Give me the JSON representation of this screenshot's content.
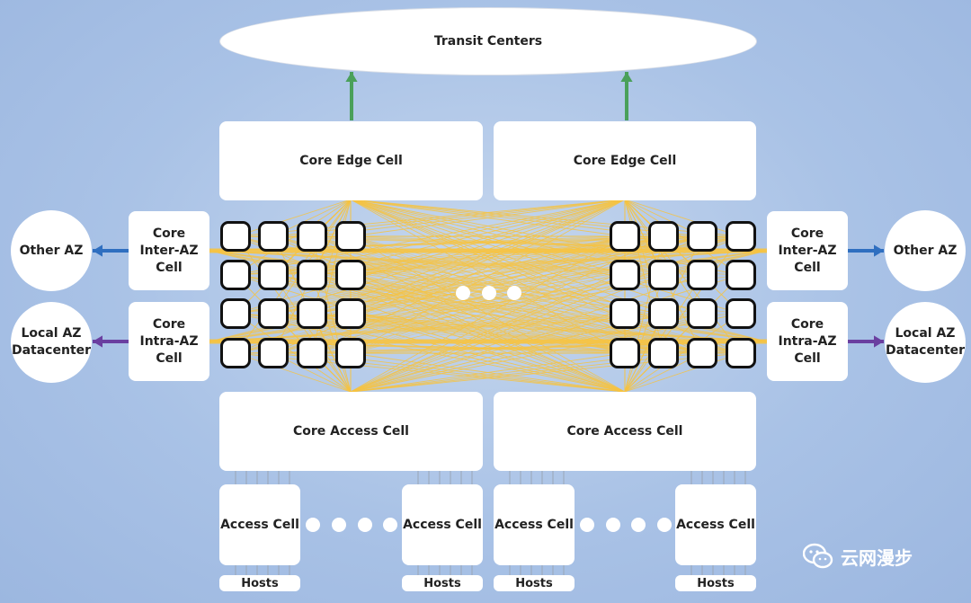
{
  "transit": "Transit Centers",
  "core_edge": [
    "Core Edge Cell",
    "Core Edge Cell"
  ],
  "core_inter": [
    "Core\nInter-AZ\nCell",
    "Core\nInter-AZ\nCell"
  ],
  "core_intra": [
    "Core\nIntra-AZ\nCell",
    "Core\nIntra-AZ\nCell"
  ],
  "other_az": [
    "Other AZ",
    "Other AZ"
  ],
  "local_az": [
    "Local AZ\nDatacenter",
    "Local AZ\nDatacenter"
  ],
  "core_access": [
    "Core Access Cell",
    "Core Access Cell"
  ],
  "access_cells": [
    "Access Cell",
    "Access Cell",
    "Access Cell",
    "Access Cell"
  ],
  "hosts": [
    "Hosts",
    "Hosts",
    "Hosts",
    "Hosts"
  ],
  "watermark": "云网漫步",
  "colors": {
    "mesh": "#f6c342",
    "up_arrow": "#4aa05a",
    "other_arrow": "#2f6fc0",
    "local_arrow": "#6a3fa0"
  }
}
